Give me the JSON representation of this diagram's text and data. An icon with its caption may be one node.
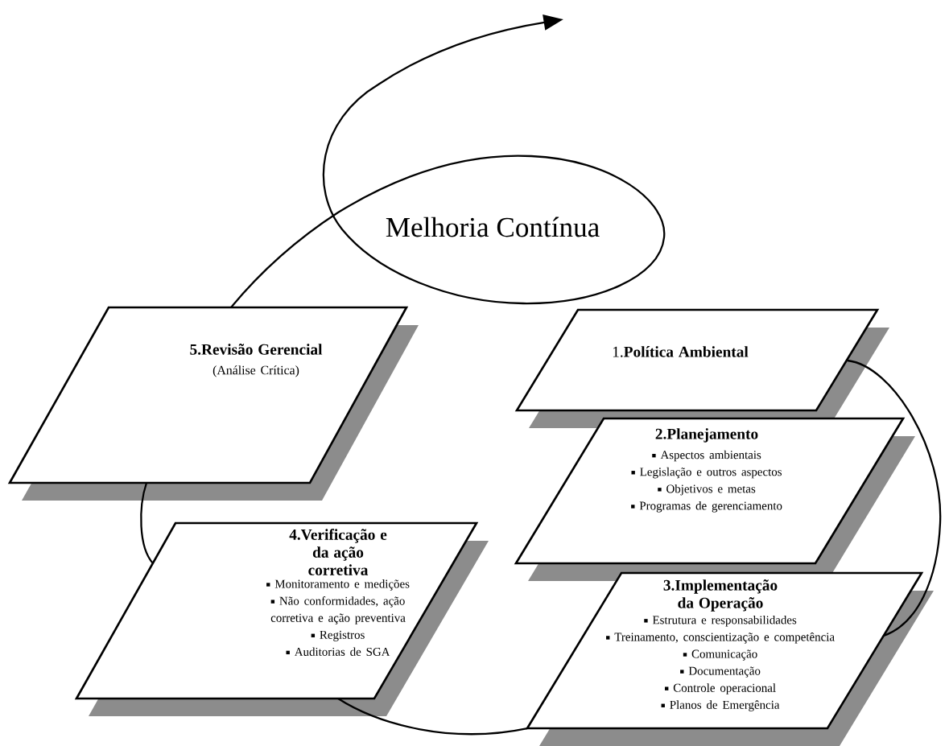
{
  "diagram": {
    "nodes": [
      {
        "text": [
          "5.Revisão Gerencial",
          "(Análise Crítica)"
        ]
      },
      {
        "text": [
          "1.**Política Ambiental**"
        ]
      },
      {
        "text": [
          "2.Planejamento",
          "Aspectos ambientais",
          "Legislação e outros aspectos",
          "Objetivos e metas",
          "Programas de gerenciamento"
        ]
      },
      {
        "text": [
          "4.Verificação e da ação corretiva",
          "Monitoramento e medições",
          "Não conformidades, ação corretiva e ação preventiva",
          "Registros",
          "Auditorias de SGA"
        ]
      },
      {
        "text": [
          "3.Implementação da Operação",
          "Estrutura e responsabilidades",
          "Treinamento, conscientização e competência",
          "Comunicação",
          "Documentação",
          "Controle operacional",
          "Planos de Emergência"
        ]
      }
    ],
    "edges": [
      {
        "from": 1,
        "to": 4,
        "arrow": "none"
      },
      {
        "from": 4,
        "to": 3,
        "arrow": "none"
      },
      {
        "from": 3,
        "to": 0,
        "arrow": "none"
      },
      {
        "from": 0,
        "to": null,
        "arrow": "to"
      }
    ],
    "labels": [
      "Melhoria Contínua"
    ]
  }
}
